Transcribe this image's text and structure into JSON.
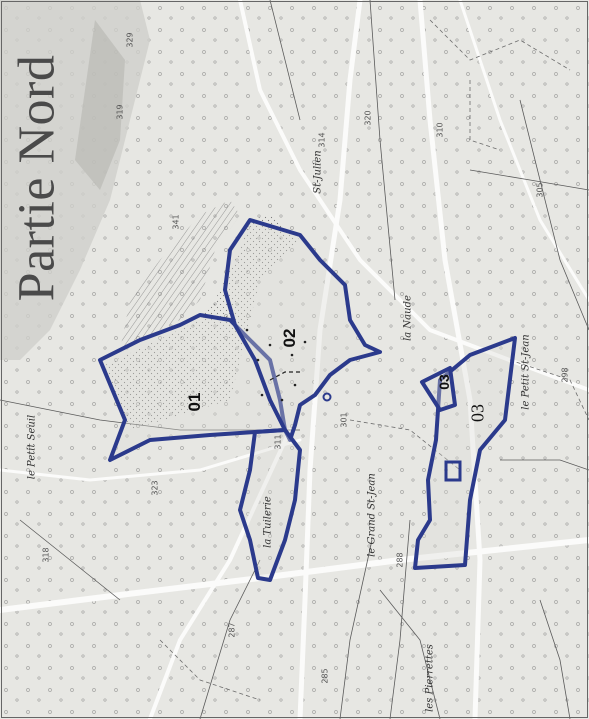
{
  "map": {
    "title": "Partie Nord",
    "border_color": "#2b3a8c",
    "zones": [
      {
        "id": "z01",
        "label": "01"
      },
      {
        "id": "z02",
        "label": "02"
      },
      {
        "id": "z03a",
        "label": "03"
      },
      {
        "id": "z03b",
        "label": "03"
      }
    ],
    "places": [
      {
        "id": "tuilerie",
        "label": "la Tuilerie"
      },
      {
        "id": "grand-st-jean",
        "label": "le Grand St-Jean"
      },
      {
        "id": "petit-st-jean",
        "label": "le Petit St-Jean"
      },
      {
        "id": "pierrettes",
        "label": "les Pierrettes"
      },
      {
        "id": "petit-seuil",
        "label": "le Petit Seuil"
      },
      {
        "id": "st-julien",
        "label": "St-Julien"
      },
      {
        "id": "naude",
        "label": "la Naude"
      }
    ],
    "altitudes": [
      {
        "id": "a1",
        "label": "311"
      },
      {
        "id": "a2",
        "label": "314"
      },
      {
        "id": "a3",
        "label": "320"
      },
      {
        "id": "a4",
        "label": "310"
      },
      {
        "id": "a5",
        "label": "301"
      },
      {
        "id": "a6",
        "label": "288"
      },
      {
        "id": "a7",
        "label": "287"
      },
      {
        "id": "a8",
        "label": "285"
      },
      {
        "id": "a9",
        "label": "305"
      },
      {
        "id": "a10",
        "label": "298"
      },
      {
        "id": "a11",
        "label": "323"
      },
      {
        "id": "a12",
        "label": "329"
      },
      {
        "id": "a13",
        "label": "341"
      },
      {
        "id": "a14",
        "label": "319"
      },
      {
        "id": "a15",
        "label": "318"
      }
    ]
  }
}
